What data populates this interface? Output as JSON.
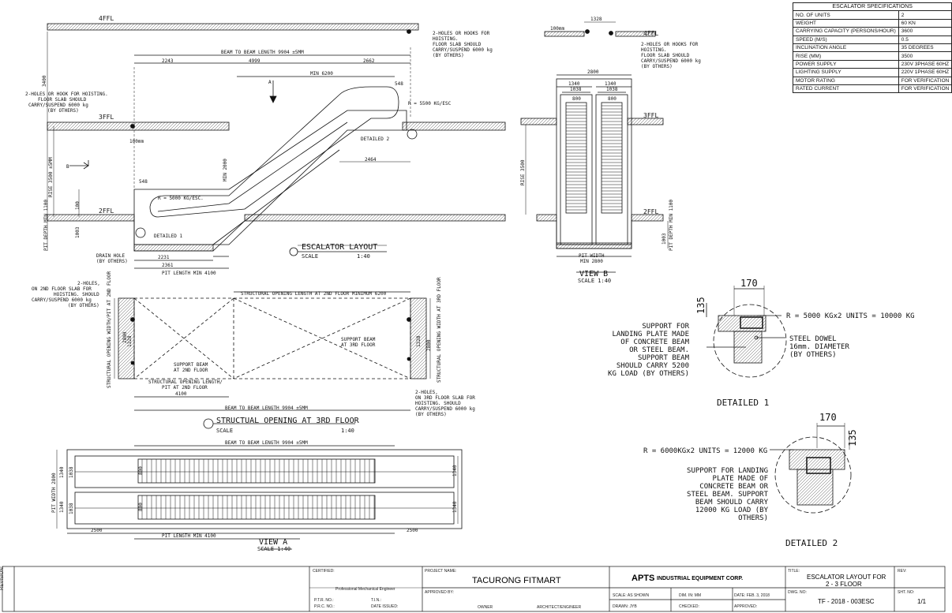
{
  "spec": {
    "title": "ESCALATOR SPECIFICATIONS",
    "rows": [
      [
        "NO. OF UNITS",
        "2"
      ],
      [
        "WEIGHT",
        "60 KN"
      ],
      [
        "CARRYING CAPACITY (PERSONS/HOUR)",
        "3600"
      ],
      [
        "SPEED (M/S)",
        "0.5"
      ],
      [
        "INCLINATION ANGLE",
        "35 DEGREES"
      ],
      [
        "RISE (MM)",
        "3500"
      ],
      [
        "POWER SUPPLY",
        "230V 3PHASE 60HZ"
      ],
      [
        "LIGHTING SUPPLY",
        "220V 1PHASE 60HZ"
      ],
      [
        "MOTOR RATING",
        "FOR VERIFICATION"
      ],
      [
        "RATED CURRENT",
        "FOR VERIFICATION"
      ]
    ]
  },
  "layout": {
    "ffl4": "4FFL",
    "ffl3": "3FFL",
    "ffl2": "2FFL",
    "beam_length": "BEAM TO BEAM LENGTH 9904 ±5MM",
    "d2243": "2243",
    "d4999": "4999",
    "d2662": "2662",
    "min6200": "MIN 6200",
    "d548a": "548",
    "d548b": "548",
    "r_top": "R = 5500 KG/ESC",
    "r_bottom": "R = 5000 KG/ESC.",
    "detailed2_ref": "DETAILED 2",
    "detailed1_ref": "DETAILED 1",
    "d2464": "2464",
    "hook_left": [
      "2-HOLES OR HOOK FOR HOISTING.",
      "FLOOR SLAB SHOULD",
      "CARRY/SUSPEND 6000 kg",
      "(BY OTHERS)"
    ],
    "hook_right": [
      "2-HOLES OR HOOKS FOR",
      "HOISTING.",
      "FLOOR SLAB SHOULD",
      "CARRY/SUSPEND 6000 kg",
      "(BY OTHERS)"
    ],
    "d3400": "3400",
    "rise": "RISE 3500 ±5MM",
    "d100": "100",
    "d100mm": "100mm",
    "d1003": "1003",
    "pit_depth": "PIT DEPTH MIN 1100",
    "drain": [
      "DRAIN HOLE",
      "(BY OTHERS)"
    ],
    "d2231": "2231",
    "d2361": "2361",
    "pit_length": "PIT LENGTH MIN 4100",
    "min2000": "MIN 2000",
    "label_a": "A",
    "label_b": "B",
    "title": "ESCALATOR LAYOUT",
    "scale": "SCALE",
    "scale_val": "1:40"
  },
  "viewb": {
    "d1328": "1328",
    "d100mm": "100mm",
    "ffl4": "4FFL",
    "ffl3": "3FFL",
    "ffl2": "2FFL",
    "hook": [
      "2-HOLES OR HOOKS FOR",
      "HOISTING.",
      "FLOOR SLAB SHOULD",
      "CARRY/SUSPEND 6000 kg",
      "(BY OTHERS)"
    ],
    "d2800": "2800",
    "d1340a": "1340",
    "d1340b": "1340",
    "d1038a": "1038",
    "d1038b": "1038",
    "d800a": "800",
    "d800b": "800",
    "rise": "RISE 3500",
    "pit_depth": "PIT DEPTH MIN 1100",
    "d1003": "1003",
    "pit_width": "PIT WIDTH",
    "min2800": "MIN 2800",
    "title": "VIEW B",
    "scale": "SCALE 1:40"
  },
  "opening": {
    "hook_left": [
      "2-HOLES,",
      "ON 2ND FLOOR SLAB FOR",
      "HOISTING. SHOULD",
      "CARRY/SUSPEND 6000 kg",
      "(BY OTHERS)"
    ],
    "struct_len": "STRUCTURAL OPENING LENGTH AT 2ND FLOOR MINIMUM 6200",
    "width_left": "STRUCTURAL OPENING WIDTH/PIT AT 2ND FLOOR",
    "width_right": "STRUCTURAL OPENING WIDTH AT 3RD FLOOR",
    "d2800a": "2800",
    "d2800b": "2800",
    "d1328a": "1328",
    "d1328b": "1328",
    "support_3rd": [
      "SUPPORT BEAM",
      "AT 3RD FLOOR"
    ],
    "support_2nd": [
      "SUPPORT BEAM",
      "AT 2ND FLOOR"
    ],
    "pit_len": [
      "STRUCTURAL OPENING LENGTH/",
      "PIT AT 2ND FLOOR"
    ],
    "d4100": "4100",
    "beam_length": "BEAM TO BEAM LENGTH 9904 ±5MM",
    "hook_right": [
      "2-HOLES,",
      "ON 3RD FLOOR SLAB FOR",
      "HOISTING. SHOULD",
      "CARRY/SUSPEND 6000 kg",
      "(BY OTHERS)"
    ],
    "title": "STRUCTUAL OPENING AT 3RD FLOOR",
    "scale": "SCALE",
    "scale_val": "1:40"
  },
  "viewa": {
    "beam_length": "BEAM TO BEAM LENGTH 9904 ±5MM",
    "pit_width": "PIT WIDTH 2800",
    "d1340a": "1340",
    "d1340b": "1340",
    "d1038a": "1038",
    "d1038b": "1038",
    "d800a": "800",
    "d800b": "800",
    "d1340c": "1340",
    "d1340d": "1340",
    "d2500a": "2500",
    "d2500b": "2500",
    "pit_length": "PIT LENGTH MIN 4100",
    "title": "VIEW A",
    "scale": "SCALE 1:40"
  },
  "detail1": {
    "d170": "170",
    "d135": "135",
    "r": "R = 5000 KGx2 UNITS = 10000 KG",
    "support": [
      "SUPPORT FOR",
      "LANDING PLATE MADE",
      "OF CONCRETE BEAM",
      "OR STEEL BEAM.",
      "SUPPORT BEAM",
      "SHOULD CARRY 5200",
      "KG LOAD (BY OTHERS)"
    ],
    "dowel": [
      "STEEL DOWEL",
      "16mm. DIAMETER",
      "(BY OTHERS)"
    ],
    "title": "DETAILED 1"
  },
  "detail2": {
    "d170": "170",
    "d135": "135",
    "r": "R = 6000KGx2 UNITS = 12000 KG",
    "support": [
      "SUPPORT FOR LANDING",
      "PLATE MADE OF",
      "CONCRETE BEAM OR",
      "STEEL BEAM. SUPPORT",
      "BEAM SHOULD CARRY",
      "12000 KG LOAD (BY",
      "OTHERS)"
    ],
    "title": "DETAILED 2"
  },
  "titleblock": {
    "revision": "REVISION:",
    "certified": "CERTIFIED:",
    "engineer": "Professional Mechanical Engineer",
    "ptr": "P.T.R. NO.:",
    "tin": "T.I.N.:",
    "prc": "P.R.C. NO.:",
    "date_issued": "DATE ISSUED:",
    "project_name": "PROJECT NAME:",
    "project": "TACURONG FITMART",
    "approved_by": "APPROVED BY:",
    "owner": "OWNER",
    "architect": "ARCHITECT/ENGINEER",
    "company_mark": "APTS",
    "company": "INDUSTRIAL EQUIPMENT CORP.",
    "scale": "SCALE: AS SHOWN",
    "dim": "DIM. IN: MM",
    "date": "DATE: FEB. 3, 2018",
    "drawn": "DRAWN: JYB",
    "checked": "CHECKED:",
    "approved": "APPROVED:",
    "title_lbl": "TITLE:",
    "title1": "ESCALATOR LAYOUT FOR",
    "title2": "2 - 3 FLOOR",
    "rev": "REV:",
    "dwg_lbl": "DWG. NO:",
    "dwg": "TF - 2018 - 003ESC",
    "sht_lbl": "SHT. NO:",
    "sht": "1/1"
  }
}
